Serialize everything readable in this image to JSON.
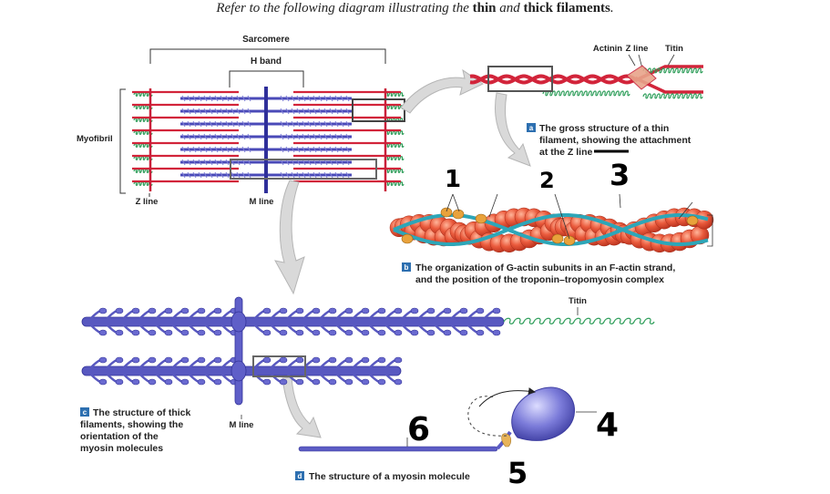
{
  "header": {
    "prefix": "Refer to the following diagram illustrating the ",
    "thin": "thin",
    "and": " and ",
    "thick": "thick filaments",
    "suffix": "."
  },
  "labels": {
    "sarcomere": "Sarcomere",
    "h_band": "H band",
    "myofibril": "Myofibril",
    "z_line": "Z line",
    "m_line": "M line",
    "actinin": "Actinin",
    "z_line_top": "Z line",
    "titin_top": "Titin",
    "titin_mid": "Titin",
    "m_line_c": "M line"
  },
  "captions": {
    "a": {
      "letter": "a",
      "line1": "The gross structure of a thin",
      "line2": "filament, showing the attachment",
      "line3": "at the Z line"
    },
    "b": {
      "letter": "b",
      "line1": "The organization of G-actin subunits in an F-actin strand,",
      "line2": "and the position of the troponin–tropomyosin complex"
    },
    "c": {
      "letter": "c",
      "line1": "The structure of thick",
      "line2": "filaments, showing the",
      "line3": "orientation of the",
      "line4": "myosin molecules"
    },
    "d": {
      "letter": "d",
      "line1": "The structure of a myosin molecule"
    }
  },
  "handwritten": [
    "1",
    "2",
    "3",
    "4",
    "5",
    "6"
  ],
  "colors": {
    "thin_red": "#d2243a",
    "thick_blue": "#4a4ab8",
    "titin_green": "#2e9e5a",
    "actin_orange": "#e8583a",
    "tropomyosin_teal": "#2fa3b5",
    "myosin_head": "#7a7ad8",
    "caption_badge": "#2d6fb0"
  }
}
